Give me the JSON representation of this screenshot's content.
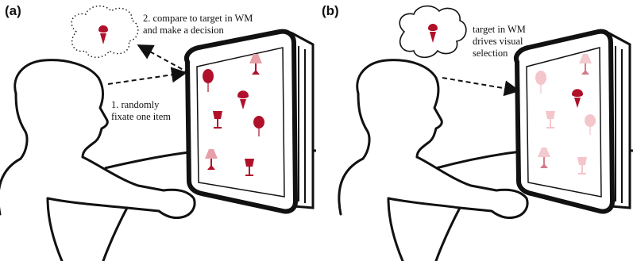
{
  "panel_a": {
    "label": "(a)",
    "caption_top": "2. compare to target in WM\nand make a decision",
    "caption_bottom": "1. randomly\nfixate one item"
  },
  "panel_b": {
    "label": "(b)",
    "caption": "target in WM\ndrives visual\nselection"
  },
  "colors": {
    "item_red": "#b0102a",
    "item_pale": "#e8808e",
    "outline": "#111111"
  },
  "icons": [
    "wine-glass-icon",
    "balloon-icon",
    "lamp-icon",
    "ice-cream-icon"
  ]
}
